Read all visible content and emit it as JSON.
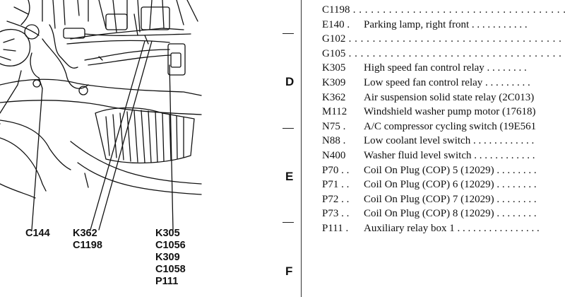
{
  "diagram": {
    "callouts": [
      {
        "id": "c144",
        "lines": [
          "C144"
        ]
      },
      {
        "id": "k362",
        "lines": [
          "K362",
          "C1198"
        ]
      },
      {
        "id": "k305",
        "lines": [
          "K305",
          "C1056",
          "K309",
          "C1058",
          "P111"
        ]
      }
    ]
  },
  "zones": [
    "D",
    "E",
    "F"
  ],
  "legend": [
    {
      "code": "C1198",
      "sep": " . . . . . . . . . . . . . . . . . . . . . . . . . . . . . . . . . . . . .",
      "desc": ""
    },
    {
      "code": "E140 .",
      "sep": "",
      "desc": "Parking lamp, right front . . . . . . . . . . ."
    },
    {
      "code": "G102",
      "sep": " . . . . . . . . . . . . . . . . . . . . . . . . . . . . . . . . . . . . .",
      "desc": ""
    },
    {
      "code": "G105",
      "sep": " . . . . . . . . . . . . . . . . . . . . . . . . . . . . . . . . . . . . .",
      "desc": ""
    },
    {
      "code": "K305",
      "sep": "",
      "desc": "High speed fan control relay . . . . . . . ."
    },
    {
      "code": "K309",
      "sep": "",
      "desc": "Low speed fan control relay . . . . . . . . ."
    },
    {
      "code": "K362",
      "sep": "",
      "desc": "Air suspension solid state relay (2C013)"
    },
    {
      "code": "M112",
      "sep": "",
      "desc": "Windshield washer pump motor (17618)"
    },
    {
      "code": "N75 .",
      "sep": "",
      "desc": "A/C compressor cycling switch (19E561"
    },
    {
      "code": "N88 .",
      "sep": "",
      "desc": "Low coolant level switch . . . . . . . . . . . ."
    },
    {
      "code": "N400",
      "sep": "",
      "desc": "Washer fluid level switch . . . . . . . . . . . ."
    },
    {
      "code": "P70 . .",
      "sep": "",
      "desc": "Coil On Plug (COP) 5 (12029) . . . . . . . ."
    },
    {
      "code": "P71 . .",
      "sep": "",
      "desc": "Coil On Plug (COP) 6 (12029) . . . . . . . ."
    },
    {
      "code": "P72 . .",
      "sep": "",
      "desc": "Coil On Plug (COP) 7 (12029) . . . . . . . ."
    },
    {
      "code": "P73 . .",
      "sep": "",
      "desc": "Coil On Plug (COP) 8 (12029) . . . . . . . ."
    },
    {
      "code": "P111 .",
      "sep": "",
      "desc": "Auxiliary relay box 1 . . . . . . . . . . . . . . . ."
    }
  ]
}
